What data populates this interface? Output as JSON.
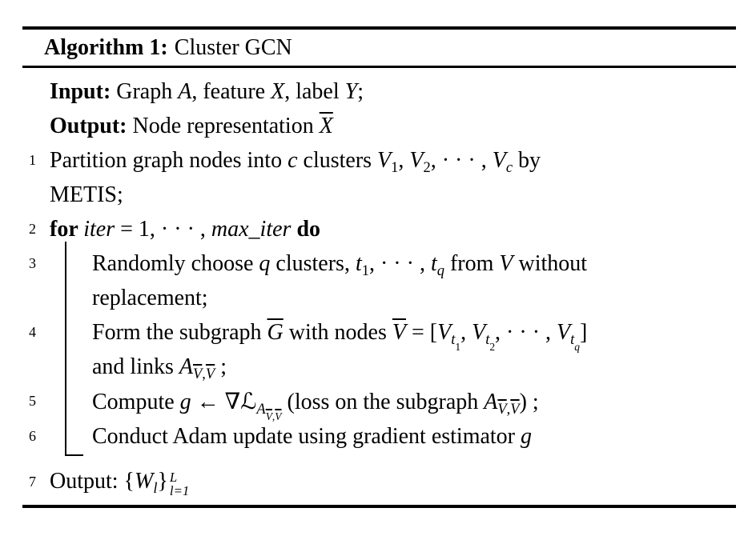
{
  "colors": {
    "background": "#ffffff",
    "text": "#000000",
    "rules": "#000000"
  },
  "algorithm": {
    "title_label": "Algorithm 1:",
    "title_name": "Cluster GCN",
    "header_lines": [
      {
        "number": "",
        "indent": "l0",
        "segments": [
          {
            "t": "Input:",
            "s": "b"
          },
          {
            "t": " Graph "
          },
          {
            "t": "A",
            "s": "i"
          },
          {
            "t": ", feature "
          },
          {
            "t": "X",
            "s": "i"
          },
          {
            "t": ", label "
          },
          {
            "t": "Y",
            "s": "i"
          },
          {
            "t": ";"
          }
        ]
      },
      {
        "number": "",
        "indent": "l0",
        "segments": [
          {
            "t": "Output:",
            "s": "b"
          },
          {
            "t": " Node representation "
          },
          {
            "t": "X",
            "s": "i bar"
          }
        ]
      }
    ],
    "pre_loop_lines": [
      {
        "number": "1",
        "indent": "l0",
        "segments": [
          {
            "t": "Partition graph nodes into "
          },
          {
            "t": "c",
            "s": "i"
          },
          {
            "t": " clusters "
          },
          {
            "t": "V",
            "s": "cal"
          },
          {
            "t": "1",
            "s": "sub"
          },
          {
            "t": ", "
          },
          {
            "t": "V",
            "s": "cal"
          },
          {
            "t": "2",
            "s": "sub"
          },
          {
            "t": ", · · · , "
          },
          {
            "t": "V",
            "s": "cal"
          },
          {
            "t": "c",
            "s": "sub i"
          },
          {
            "t": " by"
          }
        ]
      },
      {
        "number": "",
        "indent": "l0",
        "segments": [
          {
            "t": "METIS;"
          }
        ]
      },
      {
        "number": "2",
        "indent": "l0",
        "segments": [
          {
            "t": "for ",
            "s": "b"
          },
          {
            "t": "iter",
            "s": "i"
          },
          {
            "t": " = 1, · · · , "
          },
          {
            "t": "max_iter",
            "s": "i"
          },
          {
            "t": " do",
            "s": "b"
          }
        ]
      }
    ],
    "loop_lines": [
      {
        "number": "3",
        "indent": "l1",
        "segments": [
          {
            "t": "Randomly choose "
          },
          {
            "t": "q",
            "s": "i"
          },
          {
            "t": " clusters, "
          },
          {
            "t": "t",
            "s": "i"
          },
          {
            "t": "1",
            "s": "sub"
          },
          {
            "t": ", · · · , "
          },
          {
            "t": "t",
            "s": "i"
          },
          {
            "t": "q",
            "s": "sub i"
          },
          {
            "t": " from "
          },
          {
            "t": "V",
            "s": "cal"
          },
          {
            "t": " without"
          }
        ]
      },
      {
        "number": "",
        "indent": "l1",
        "segments": [
          {
            "t": "replacement;"
          }
        ]
      },
      {
        "number": "4",
        "indent": "l1",
        "segments": [
          {
            "t": "Form the subgraph "
          },
          {
            "t": "G",
            "s": "i bar"
          },
          {
            "t": " with nodes "
          },
          {
            "t": "V",
            "s": "cal bar"
          },
          {
            "t": " = ["
          },
          {
            "t": "V",
            "s": "cal"
          },
          {
            "t": "t",
            "s": "sub i"
          },
          {
            "t": "1",
            "s": "sub2"
          },
          {
            "t": ", "
          },
          {
            "t": "V",
            "s": "cal"
          },
          {
            "t": "t",
            "s": "sub i"
          },
          {
            "t": "2",
            "s": "sub2"
          },
          {
            "t": ", · · · , "
          },
          {
            "t": "V",
            "s": "cal"
          },
          {
            "t": "t",
            "s": "sub i"
          },
          {
            "t": "q",
            "s": "sub2 i"
          },
          {
            "t": "]"
          }
        ]
      },
      {
        "number": "",
        "indent": "l1",
        "segments": [
          {
            "t": "and links "
          },
          {
            "t": "A",
            "s": "i"
          },
          {
            "t": "V",
            "s": "sub cal bar"
          },
          {
            "t": ",",
            "s": "sub"
          },
          {
            "t": "V",
            "s": "sub cal bar"
          },
          {
            "t": " ;"
          }
        ]
      },
      {
        "number": "5",
        "indent": "l1",
        "segments": [
          {
            "t": "Compute "
          },
          {
            "t": "g",
            "s": "i"
          },
          {
            "t": " ← "
          },
          {
            "t": "∇"
          },
          {
            "t": "ℒ",
            "s": "scr"
          },
          {
            "t": "A",
            "s": "sub i"
          },
          {
            "t": "V",
            "s": "sub2 cal bar"
          },
          {
            "t": ",",
            "s": "sub2"
          },
          {
            "t": "V",
            "s": "sub2 cal bar"
          },
          {
            "t": " (loss on the subgraph "
          },
          {
            "t": "A",
            "s": "i"
          },
          {
            "t": "V",
            "s": "sub cal bar"
          },
          {
            "t": ",",
            "s": "sub"
          },
          {
            "t": "V",
            "s": "sub cal bar"
          },
          {
            "t": ") ;"
          }
        ]
      },
      {
        "number": "6",
        "indent": "l1",
        "segments": [
          {
            "t": "Conduct Adam update using gradient estimator "
          },
          {
            "t": "g",
            "s": "i"
          }
        ]
      }
    ],
    "post_loop_lines": [
      {
        "number": "7",
        "indent": "l0",
        "segments": [
          {
            "t": "Output: {"
          },
          {
            "t": "W",
            "s": "i"
          },
          {
            "t": "l",
            "s": "sub i"
          },
          {
            "t": "}"
          },
          {
            "t": "L|l=1",
            "s": "stack"
          }
        ]
      }
    ]
  }
}
